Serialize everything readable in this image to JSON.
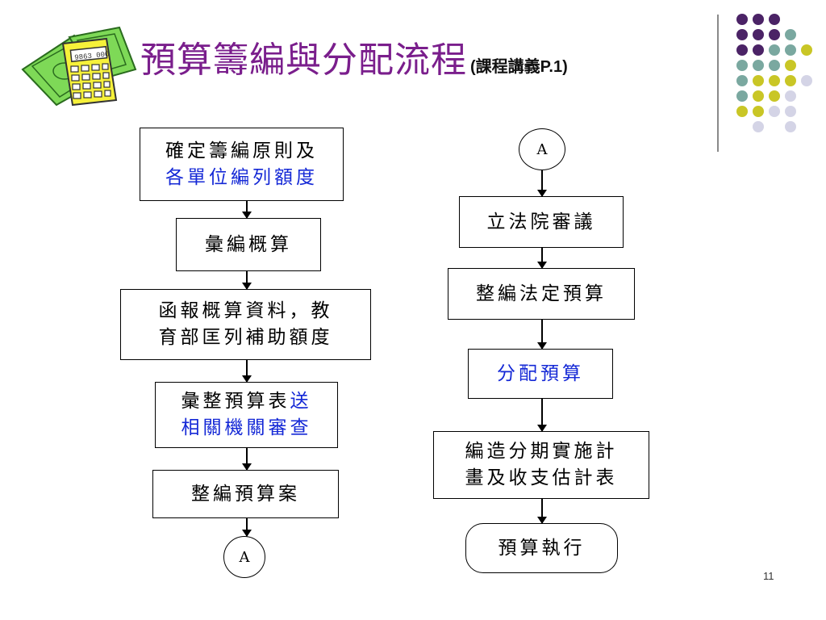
{
  "title": {
    "main": "預算籌編與分配流程",
    "sub": "(課程講義P.1)"
  },
  "page_number": "11",
  "clipart": {
    "icon": "money-calculator-icon",
    "display": "9863 000"
  },
  "colors": {
    "purple": "#4b2366",
    "teal": "#7aa8a0",
    "yellow": "#c9c626",
    "lavender": "#d4d4e6",
    "title": "#7a1e8c",
    "highlight": "#1428d6"
  },
  "left_flow": [
    {
      "line1": "確定籌編原則及",
      "line2": "各單位編列額度",
      "line2_blue": true
    },
    {
      "line1": "彙編概算"
    },
    {
      "line1": "函報概算資料，教",
      "line2": "育部匡列補助額度"
    },
    {
      "line1": "彙整預算表",
      "line1_blue_tail": "送",
      "line2": "相關機關審查",
      "line2_blue": true
    },
    {
      "line1": "整編預算案"
    }
  ],
  "left_connector": "A",
  "right_connector": "A",
  "right_flow": [
    {
      "line1": "立法院審議"
    },
    {
      "line1": "整編法定預算"
    },
    {
      "line1": "分配預算",
      "line1_blue": true
    },
    {
      "line1": "編造分期實施計",
      "line2": "畫及收支估計表"
    },
    {
      "line1": "預算執行"
    }
  ]
}
